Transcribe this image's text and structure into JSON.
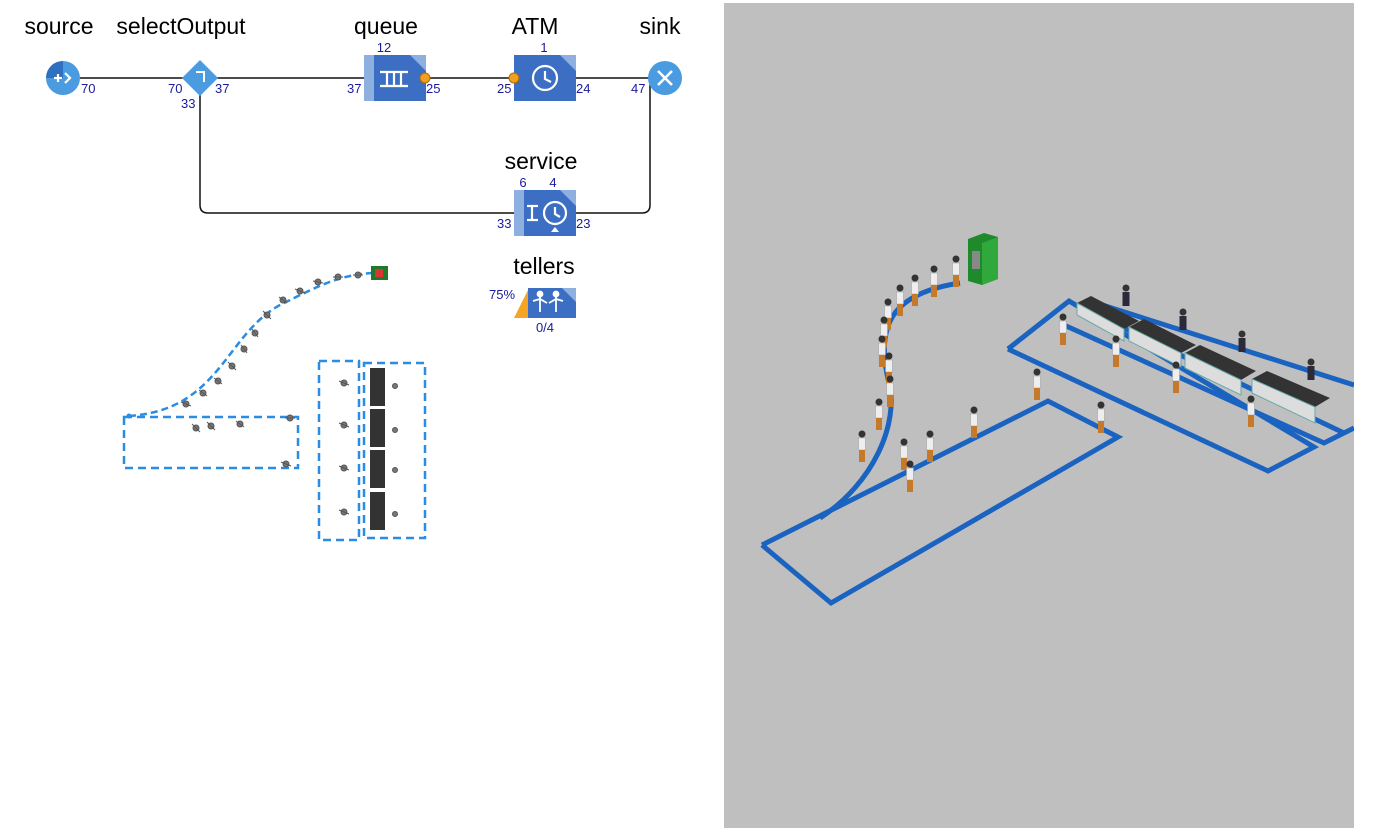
{
  "blocks": {
    "source": {
      "label": "source",
      "out": "70"
    },
    "selectOutput": {
      "label": "selectOutput",
      "in": "70",
      "out_true": "37",
      "out_false": "33"
    },
    "queue": {
      "label": "queue",
      "count": "12",
      "in": "37",
      "out": "25"
    },
    "atm": {
      "label": "ATM",
      "count": "1",
      "in": "25",
      "out": "24"
    },
    "sink": {
      "label": "sink",
      "in": "47"
    },
    "service": {
      "label": "service",
      "queue_count": "6",
      "service_count": "4",
      "in": "33",
      "out": "23"
    },
    "tellers": {
      "label": "tellers",
      "utilization": "75%",
      "usage": "0/4"
    }
  },
  "icons": {
    "source": "source-icon",
    "selectOutput": "select-output-icon",
    "queue": "queue-icon",
    "atm": "clock-icon",
    "sink": "sink-x-icon",
    "service": "service-icon",
    "tellers": "resource-pool-icon",
    "atm_node": "atm-node-icon"
  },
  "colors": {
    "block": "#3c6fc4",
    "block_light": "#8db0e0",
    "port_orange": "#f0a020",
    "circle": "#4a9be0",
    "dashed": "#2a8de3",
    "floor_line": "#1a63c0",
    "view_bg": "#bfbfbf",
    "utilization": "#f6a423"
  }
}
